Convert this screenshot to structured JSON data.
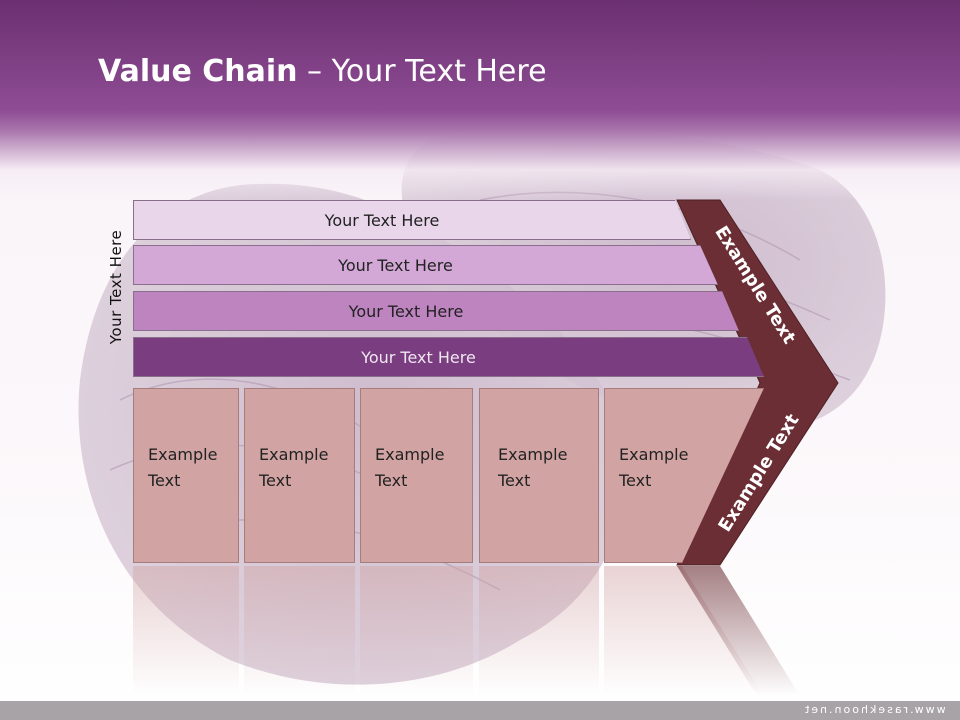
{
  "title": {
    "bold": "Value Chain",
    "rest": " – Your Text Here"
  },
  "vertical_label": "Your Text Here",
  "layers": [
    {
      "label": "Your Text Here",
      "color": "#e9d6eb"
    },
    {
      "label": "Your Text Here",
      "color": "#d3a8d6"
    },
    {
      "label": "Your Text Here",
      "color": "#bd84c0"
    },
    {
      "label": "Your Text Here",
      "color": "#7a3e80"
    }
  ],
  "boxes": [
    {
      "line1": "Example",
      "line2": "Text"
    },
    {
      "line1": "Example",
      "line2": "Text"
    },
    {
      "line1": "Example",
      "line2": "Text"
    },
    {
      "line1": "Example",
      "line2": "Text"
    },
    {
      "line1": "Example",
      "line2": "Text"
    }
  ],
  "chevron": {
    "upper_label": "Example Text",
    "lower_label": "Example Text",
    "color": "#6a2e34"
  },
  "footer": {
    "text": "www.rasekhoon.net"
  }
}
